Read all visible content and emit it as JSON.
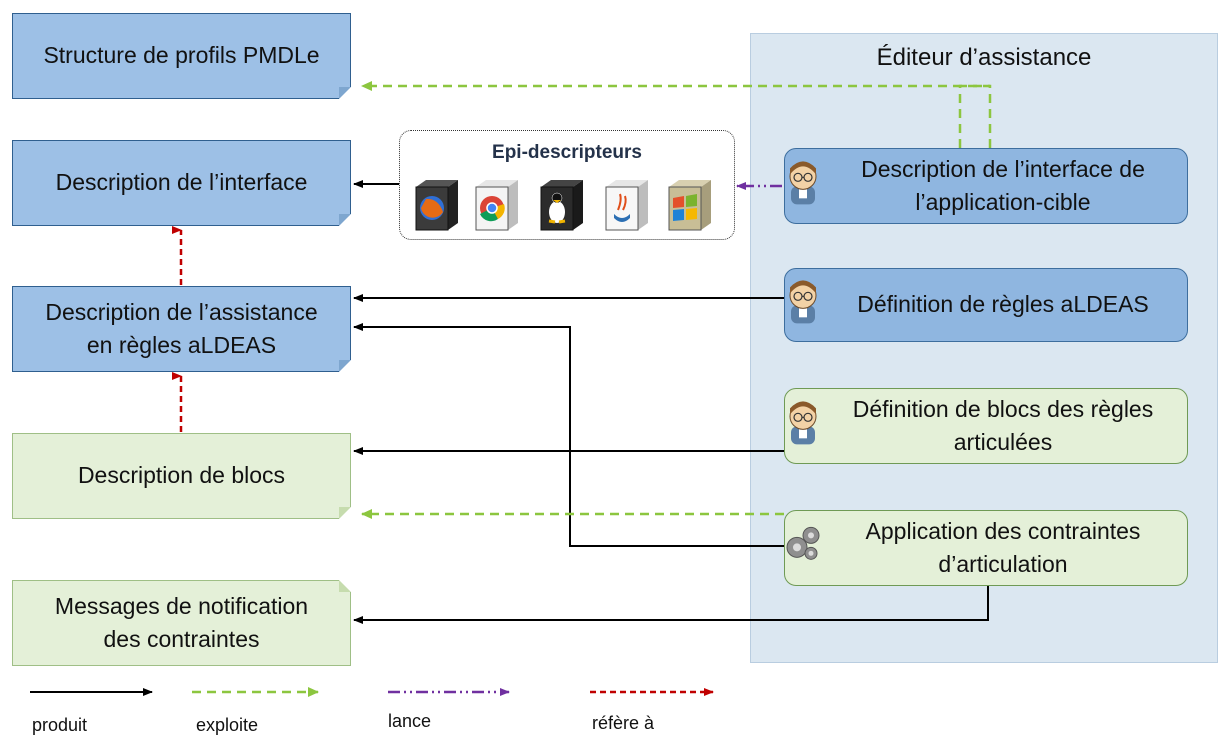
{
  "editor": {
    "title": "Éditeur d’assistance"
  },
  "left_docs": {
    "pmdle": "Structure de profils PMDLe",
    "interface": "Description de l’interface",
    "assistance_line1": "Description de l’assistance",
    "assistance_line2": "en règles aLDEAS",
    "blocs": "Description de blocs",
    "messages_line1": "Messages de notification",
    "messages_line2": "des contraintes"
  },
  "right_procs": {
    "interface_line1": "Description de l’interface de",
    "interface_line2": "l’application-cible",
    "regles": "Définition de règles aLDEAS",
    "blocs_line1": "Définition de blocs des règles",
    "blocs_line2": "articulées",
    "contraintes_line1": "Application des contraintes",
    "contraintes_line2": "d’articulation"
  },
  "epi": {
    "title": "Epi-descripteurs",
    "icons": [
      "firefox-icon",
      "chrome-icon",
      "linux-icon",
      "java-icon",
      "windows-icon"
    ]
  },
  "legend": {
    "produit": "produit",
    "exploite": "exploite",
    "lance": "lance",
    "refere": "réfère à"
  },
  "colors": {
    "produit": "#000000",
    "exploite": "#8cc63f",
    "lance": "#7030a0",
    "refere": "#c00000"
  }
}
